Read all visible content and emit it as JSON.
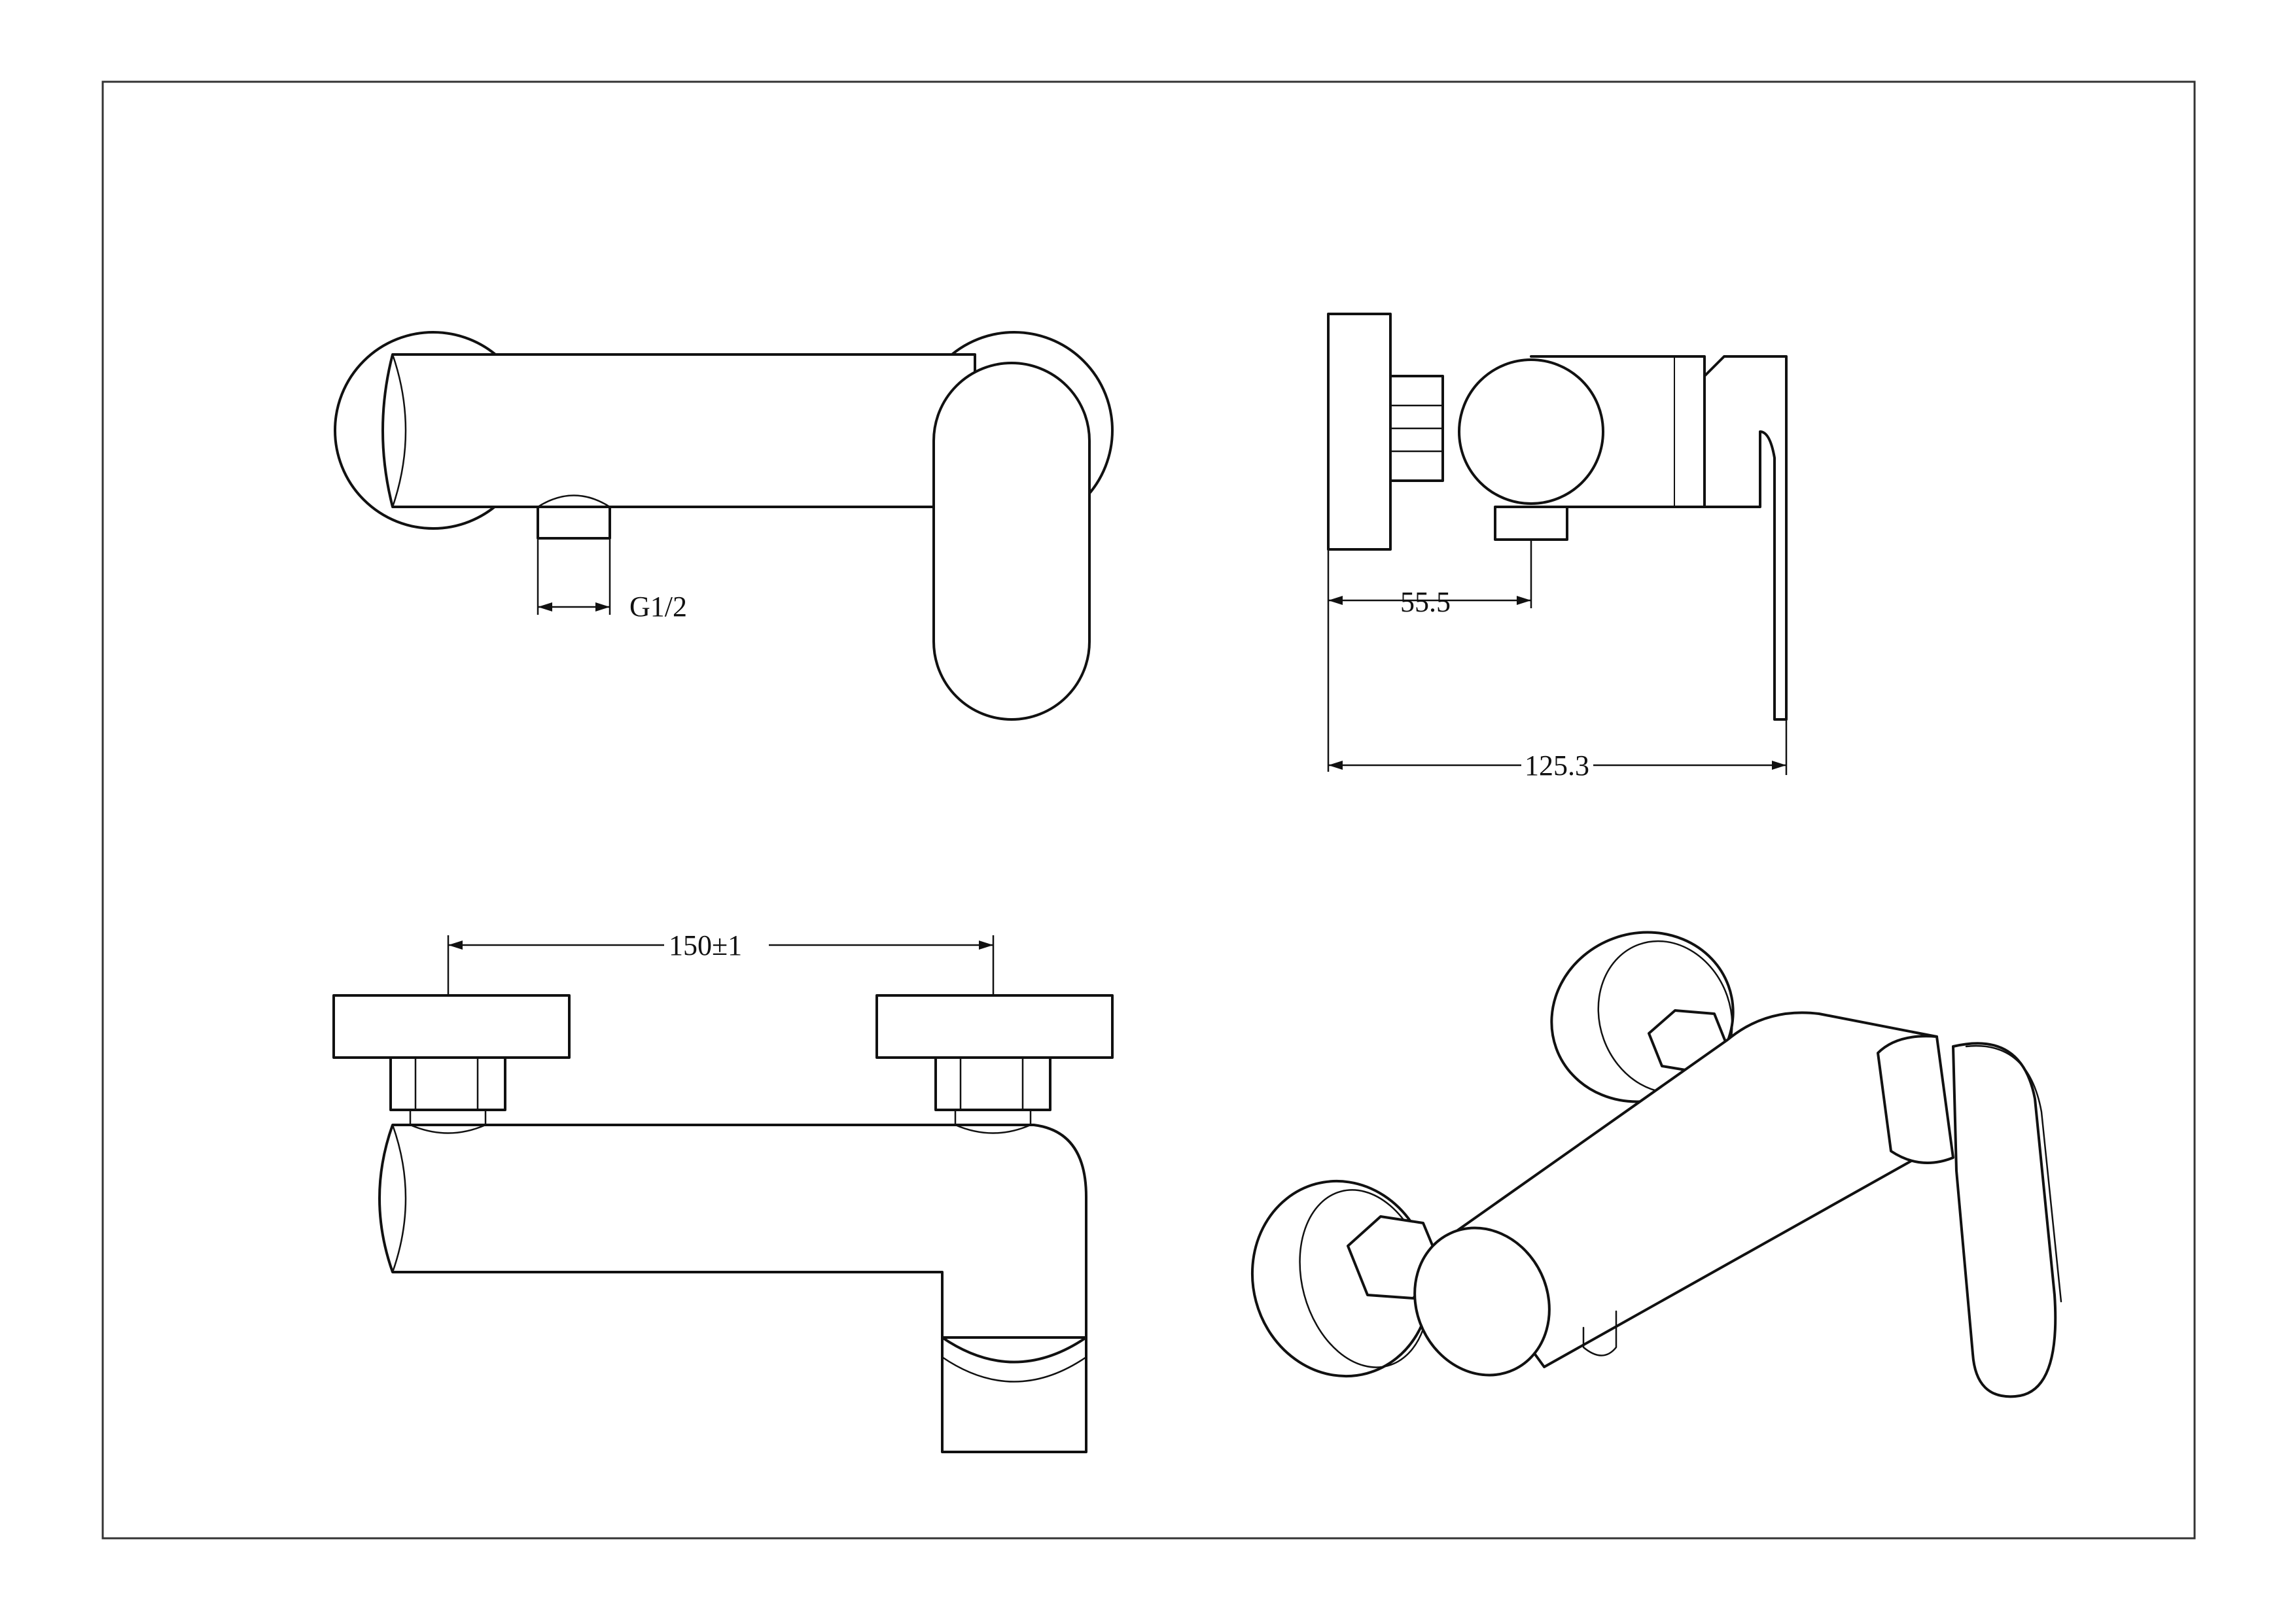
{
  "dimensions": {
    "thread": "G1/2",
    "inlet_depth": "55.5",
    "overall_depth": "125.3",
    "centers": "150±1"
  }
}
